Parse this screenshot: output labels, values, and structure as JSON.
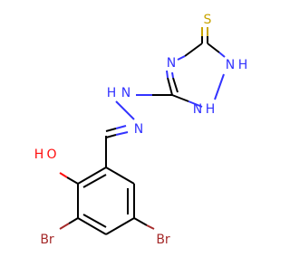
{
  "molecule": {
    "atoms": {
      "S": "S",
      "N_triazole_top": "N",
      "N_triazole_H1": "N",
      "H_triazole_1": "H",
      "N_triazole_H2": "N",
      "H_triazole_2": "H",
      "N_hydrazone_NH": "N",
      "H_hydrazone": "H",
      "N_hydrazone_imine": "N",
      "O_hydroxyl": "O",
      "H_hydroxyl": "H",
      "Br_left": "Br",
      "Br_right": "Br"
    },
    "colors": {
      "carbon_bond": "#000000",
      "nitrogen": "#3333ff",
      "oxygen": "#ff0d0d",
      "sulfur": "#c8a400",
      "bromine": "#a52a2a"
    }
  }
}
